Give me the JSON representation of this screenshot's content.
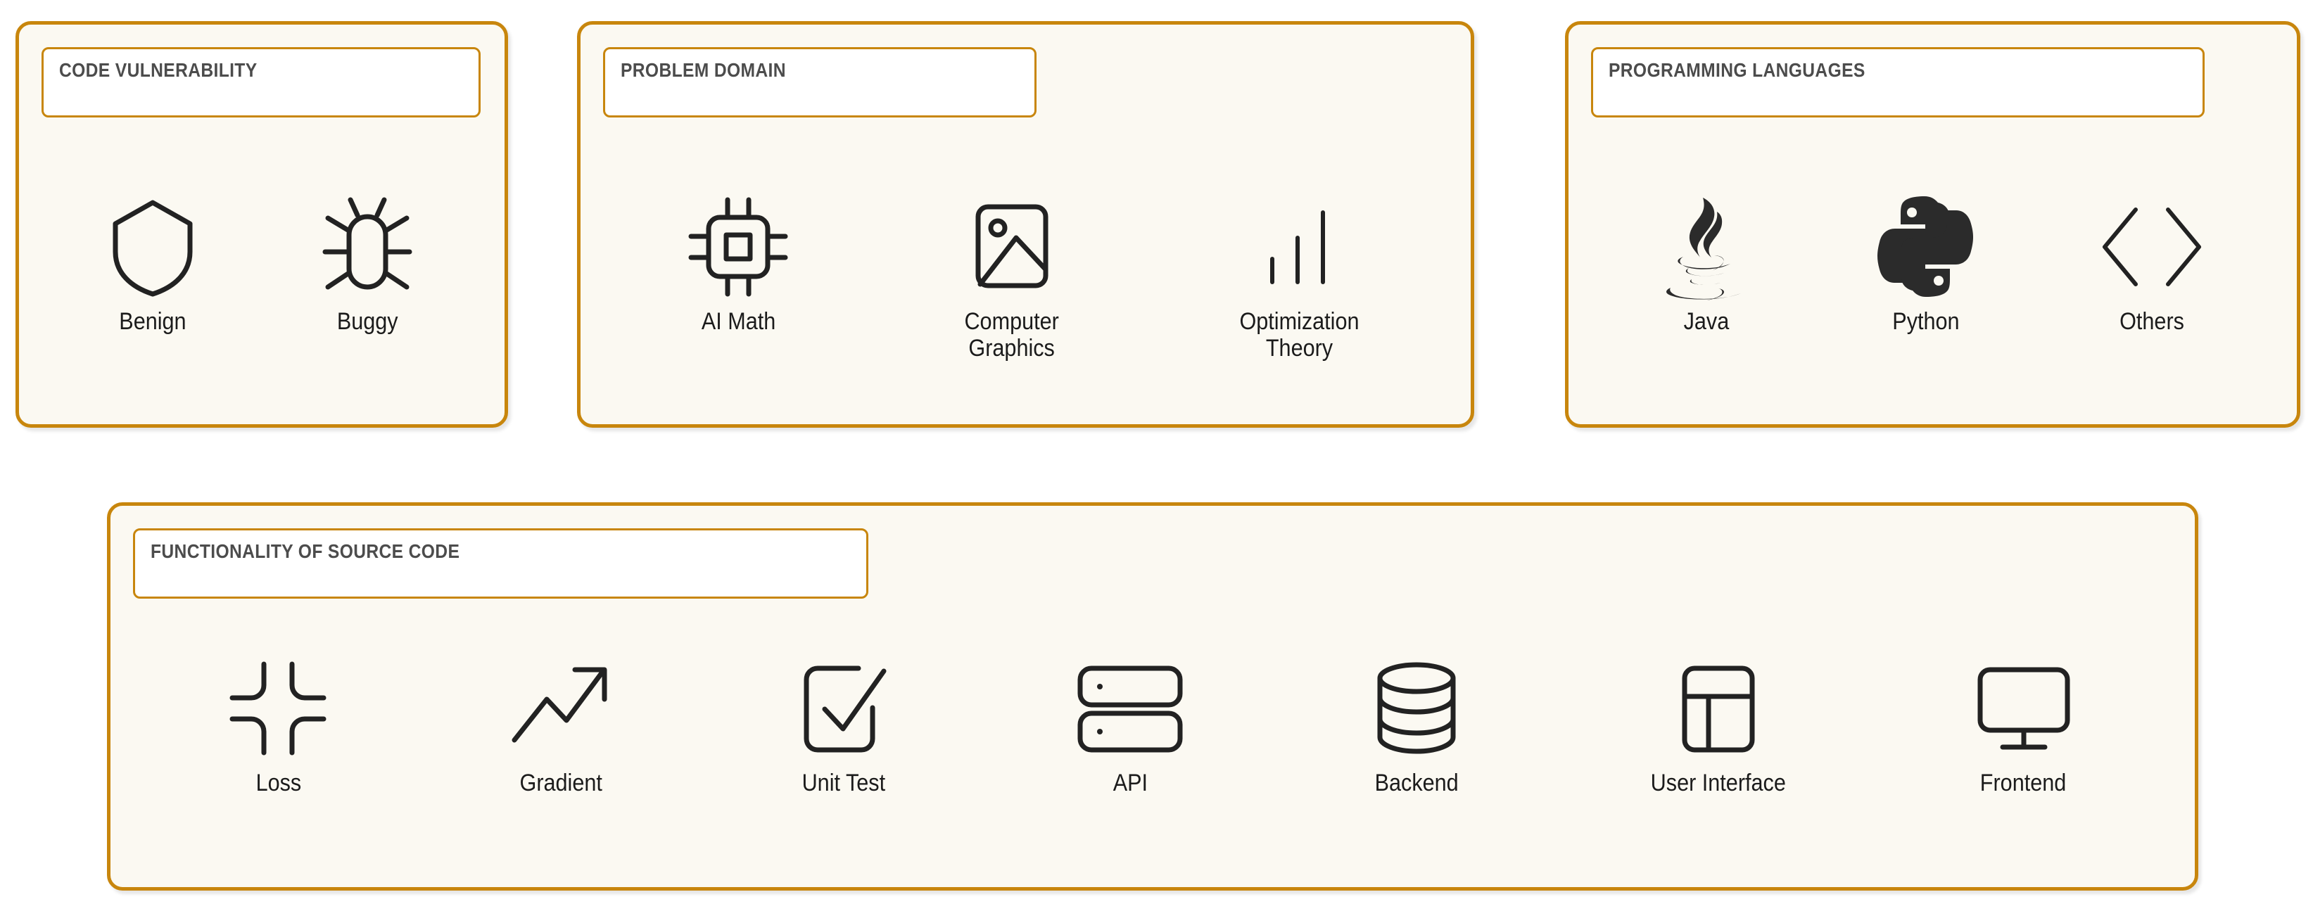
{
  "theme": {
    "card_border": "#c8860d",
    "card_background": "#fbf9f2",
    "header_background": "#ffffff",
    "header_text": "#4c4c4c",
    "label_text": "#1b1b1b",
    "icon_stroke": "#222222",
    "page_background": "#ffffff"
  },
  "cards": [
    {
      "id": "code-vulnerability",
      "title": "CODE VULNERABILITY",
      "items": [
        {
          "label": "Benign",
          "icon": "shield-icon"
        },
        {
          "label": "Buggy",
          "icon": "bug-icon"
        }
      ]
    },
    {
      "id": "problem-domain",
      "title": "PROBLEM DOMAIN",
      "items": [
        {
          "label": "AI Math",
          "icon": "cpu-chip-icon"
        },
        {
          "label": "Computer\nGraphics",
          "icon": "image-picture-icon"
        },
        {
          "label": "Optimization\nTheory",
          "icon": "bar-chart-icon"
        }
      ]
    },
    {
      "id": "programming-languages",
      "title": "PROGRAMMING LANGUAGES",
      "items": [
        {
          "label": "Java",
          "icon": "java-coffee-cup-icon"
        },
        {
          "label": "Python",
          "icon": "python-logo-icon"
        },
        {
          "label": "Others",
          "icon": "angle-brackets-code-icon"
        }
      ]
    },
    {
      "id": "functionality-of-source-code",
      "title": "FUNCTIONALITY OF SOURCE CODE",
      "items": [
        {
          "label": "Loss",
          "icon": "focus-corners-icon"
        },
        {
          "label": "Gradient",
          "icon": "trending-up-arrow-icon"
        },
        {
          "label": "Unit Test",
          "icon": "checkbox-check-icon"
        },
        {
          "label": "API",
          "icon": "server-racks-icon"
        },
        {
          "label": "Backend",
          "icon": "database-cylinder-icon"
        },
        {
          "label": "User Interface",
          "icon": "layout-panels-icon"
        },
        {
          "label": "Frontend",
          "icon": "monitor-display-icon"
        }
      ]
    }
  ]
}
